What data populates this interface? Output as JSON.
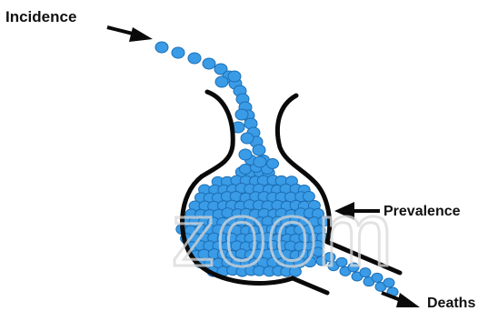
{
  "labels": {
    "incidence": "Incidence",
    "prevalence": "Prevalence",
    "deaths": "Deaths",
    "watermark": "zoom"
  },
  "colors": {
    "bubble_fill": "#3a9be6",
    "bubble_stroke": "#1d6fb5",
    "outline": "#0a0a0a",
    "watermark": "#d9d9d9",
    "background": "#ffffff"
  },
  "icons": {
    "incidence_arrow": "arrow-right-icon",
    "prevalence_arrow": "arrow-left-icon",
    "deaths_arrow": "arrow-right-icon"
  }
}
